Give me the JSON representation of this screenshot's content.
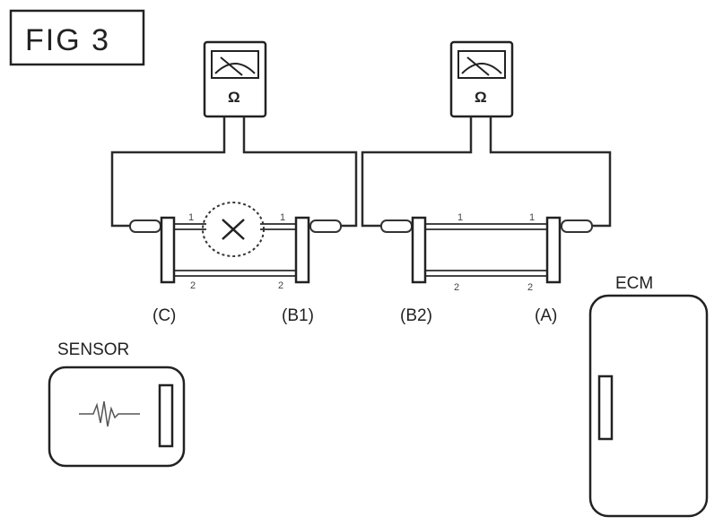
{
  "figure": {
    "label": "FIG 3"
  },
  "meters": [
    {
      "symbol": "Ω"
    },
    {
      "symbol": "Ω"
    }
  ],
  "connectors": [
    {
      "label": "(C)",
      "pin_top": "1",
      "pin_bottom": "2"
    },
    {
      "label": "(B1)",
      "pin_top": "1",
      "pin_bottom": "2"
    },
    {
      "label": "(B2)",
      "pin_top": "1",
      "pin_bottom": "2"
    },
    {
      "label": "(A)",
      "pin_top": "1",
      "pin_bottom": "2"
    }
  ],
  "components": {
    "sensor": "SENSOR",
    "ecm": "ECM"
  }
}
